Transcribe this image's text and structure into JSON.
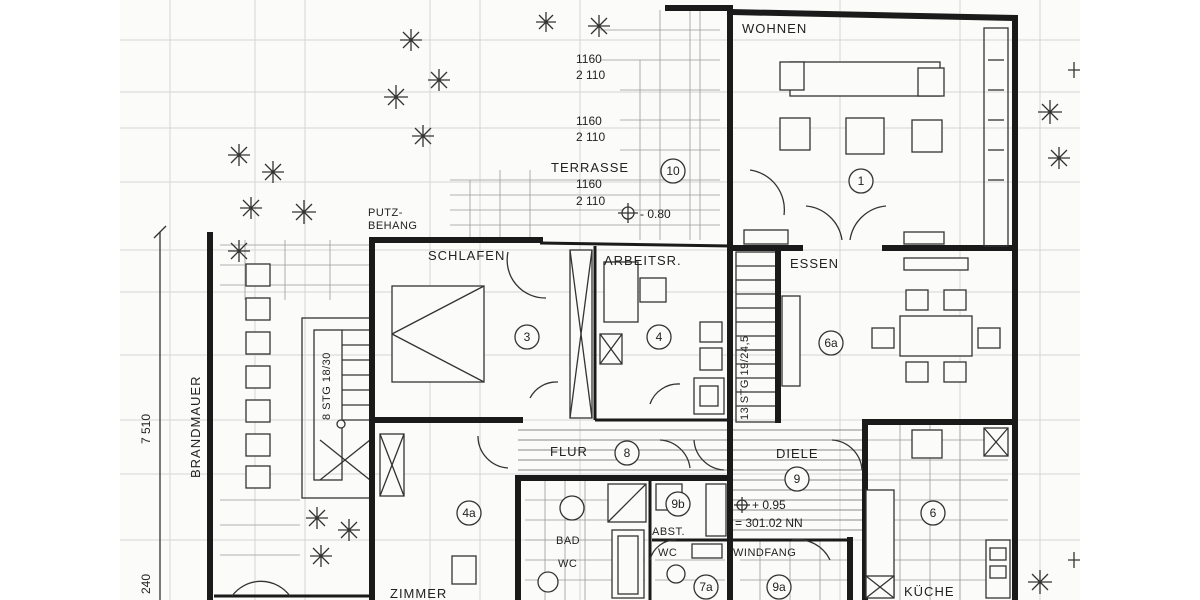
{
  "rooms": {
    "wohnen": "WOHNEN",
    "terrasse": "TERRASSE",
    "schlafen": "SCHLAFEN",
    "arbeitsr": "ARBEITSR.",
    "essen": "ESSEN",
    "flur": "FLUR",
    "diele": "DIELE",
    "bad_wc": "BAD",
    "bad_wc2": "WC",
    "abst": "ABST.",
    "wc": "WC",
    "windfang": "WINDFANG",
    "zimmer": "ZIMMER",
    "kueche": "KÜCHE"
  },
  "labels": {
    "putz": "PUTZ-",
    "behang": "BEHANG",
    "brandmauer": "BRANDMAUER",
    "stg_main": "13 STG 19/24,5",
    "stg_side": "8 STG 18/30",
    "dim_left": "7 510",
    "dim_bottom": "240"
  },
  "levels": {
    "terrasse_lvl1_a": "1160",
    "terrasse_lvl1_b": "2 110",
    "terrasse_lvl2_a": "1160",
    "terrasse_lvl2_b": "2 110",
    "terrasse_lvl3_a": "1160",
    "terrasse_lvl3_b": "2 110",
    "terrasse_height": "- 0.80",
    "diele_height": "+ 0.95",
    "diele_nn": "= 301.02 NN"
  },
  "room_numbers": {
    "n1": "1",
    "n3": "3",
    "n4": "4",
    "n4a": "4a",
    "n6": "6",
    "n6a": "6a",
    "n7a": "7a",
    "n8": "8",
    "n9": "9",
    "n9a": "9a",
    "n9b": "9b",
    "n10": "10"
  }
}
